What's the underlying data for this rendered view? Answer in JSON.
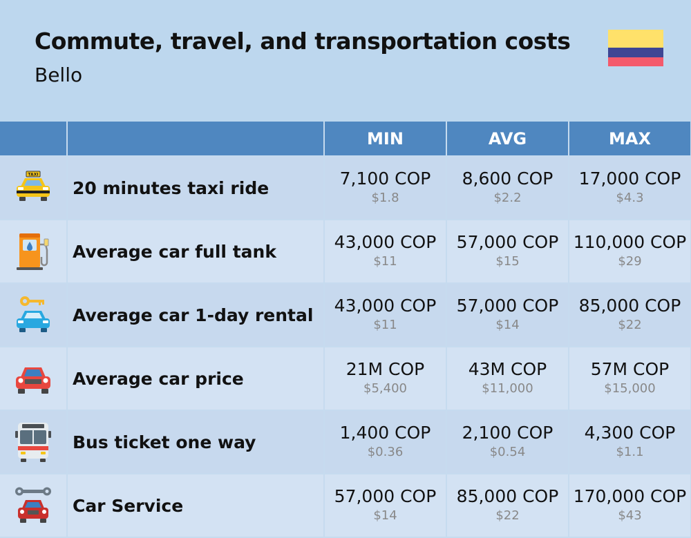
{
  "header": {
    "title": "Commute, travel, and transportation costs",
    "subtitle": "Bello",
    "flag_colors": [
      "#ffe16a",
      "#3e4694",
      "#f45a6c"
    ]
  },
  "columns": [
    "",
    "",
    "MIN",
    "AVG",
    "MAX"
  ],
  "chart_data": {
    "type": "table",
    "columns": [
      "MIN",
      "AVG",
      "MAX"
    ],
    "rows": [
      {
        "icon": "taxi-icon",
        "label": "20 minutes taxi ride",
        "min": {
          "cop": "7,100 COP",
          "usd": "$1.8"
        },
        "avg": {
          "cop": "8,600 COP",
          "usd": "$2.2"
        },
        "max": {
          "cop": "17,000 COP",
          "usd": "$4.3"
        }
      },
      {
        "icon": "fuel-pump-icon",
        "label": "Average car full tank",
        "min": {
          "cop": "43,000 COP",
          "usd": "$11"
        },
        "avg": {
          "cop": "57,000 COP",
          "usd": "$15"
        },
        "max": {
          "cop": "110,000 COP",
          "usd": "$29"
        }
      },
      {
        "icon": "car-key-icon",
        "label": "Average car 1-day rental",
        "min": {
          "cop": "43,000 COP",
          "usd": "$11"
        },
        "avg": {
          "cop": "57,000 COP",
          "usd": "$14"
        },
        "max": {
          "cop": "85,000 COP",
          "usd": "$22"
        }
      },
      {
        "icon": "car-icon",
        "label": "Average car price",
        "min": {
          "cop": "21M COP",
          "usd": "$5,400"
        },
        "avg": {
          "cop": "43M COP",
          "usd": "$11,000"
        },
        "max": {
          "cop": "57M COP",
          "usd": "$15,000"
        }
      },
      {
        "icon": "bus-icon",
        "label": "Bus ticket one way",
        "min": {
          "cop": "1,400 COP",
          "usd": "$0.36"
        },
        "avg": {
          "cop": "2,100 COP",
          "usd": "$0.54"
        },
        "max": {
          "cop": "4,300 COP",
          "usd": "$1.1"
        }
      },
      {
        "icon": "wrench-car-icon",
        "label": "Car Service",
        "min": {
          "cop": "57,000 COP",
          "usd": "$14"
        },
        "avg": {
          "cop": "85,000 COP",
          "usd": "$22"
        },
        "max": {
          "cop": "170,000 COP",
          "usd": "$43"
        }
      }
    ]
  },
  "colors": {
    "header_bg": "#4f87c0",
    "row_odd": "#c7d9ee",
    "row_even": "#d3e2f3",
    "page_bg": "#bdd7ee"
  }
}
